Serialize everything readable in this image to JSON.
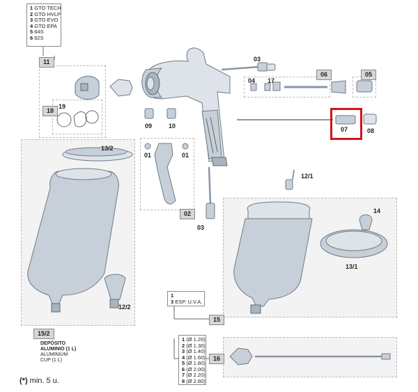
{
  "legend_models": [
    {
      "n": "1",
      "t": "GTO TECH"
    },
    {
      "n": "2",
      "t": "GTO HVLP"
    },
    {
      "n": "3",
      "t": "GTO EVO"
    },
    {
      "n": "4",
      "t": "GTO EPA"
    },
    {
      "n": "5",
      "t": "64S"
    },
    {
      "n": "6",
      "t": "62S"
    }
  ],
  "legend_uva": [
    {
      "n": "1",
      "t": ""
    },
    {
      "n": "3",
      "t": "ESP. U.V.A."
    }
  ],
  "legend_nozzles": [
    {
      "n": "1",
      "t": "(Ø 1.20)"
    },
    {
      "n": "2",
      "t": "(Ø 1.30)"
    },
    {
      "n": "3",
      "t": "(Ø 1.40)"
    },
    {
      "n": "4",
      "t": "(Ø 1.60)"
    },
    {
      "n": "5",
      "t": "(Ø 1.80)"
    },
    {
      "n": "6",
      "t": "(Ø 2.00)"
    },
    {
      "n": "7",
      "t": "(Ø 2.20)"
    },
    {
      "n": "8",
      "t": "(Ø 2.80)"
    }
  ],
  "labels": {
    "l11": "11",
    "l18": "18",
    "l19": "19",
    "l09": "09",
    "l10": "10",
    "l03a": "03",
    "l06": "06",
    "l05": "05",
    "l04": "04",
    "l17": "17",
    "l07": "07",
    "l08": "08",
    "l01a": "01",
    "l01b": "01",
    "l02": "02",
    "l03b": "03",
    "l132": "13/2",
    "l122": "12/2",
    "l152": "15/2",
    "l121": "12/1",
    "l14": "14",
    "l131": "13/1",
    "l15": "15",
    "l16": "16"
  },
  "cup_text": {
    "line1": "DEPÓSITO",
    "line2": "ALUMINIO (1 L)",
    "line3": "ALUMINIUM",
    "line4": "CUP (1 L)"
  },
  "footnote": {
    "mark": "(*)",
    "text": "min. 5 u."
  },
  "colors": {
    "highlight": "#d3141a",
    "part": "#c7d0d8",
    "box_bg": "#f3f3f3"
  }
}
